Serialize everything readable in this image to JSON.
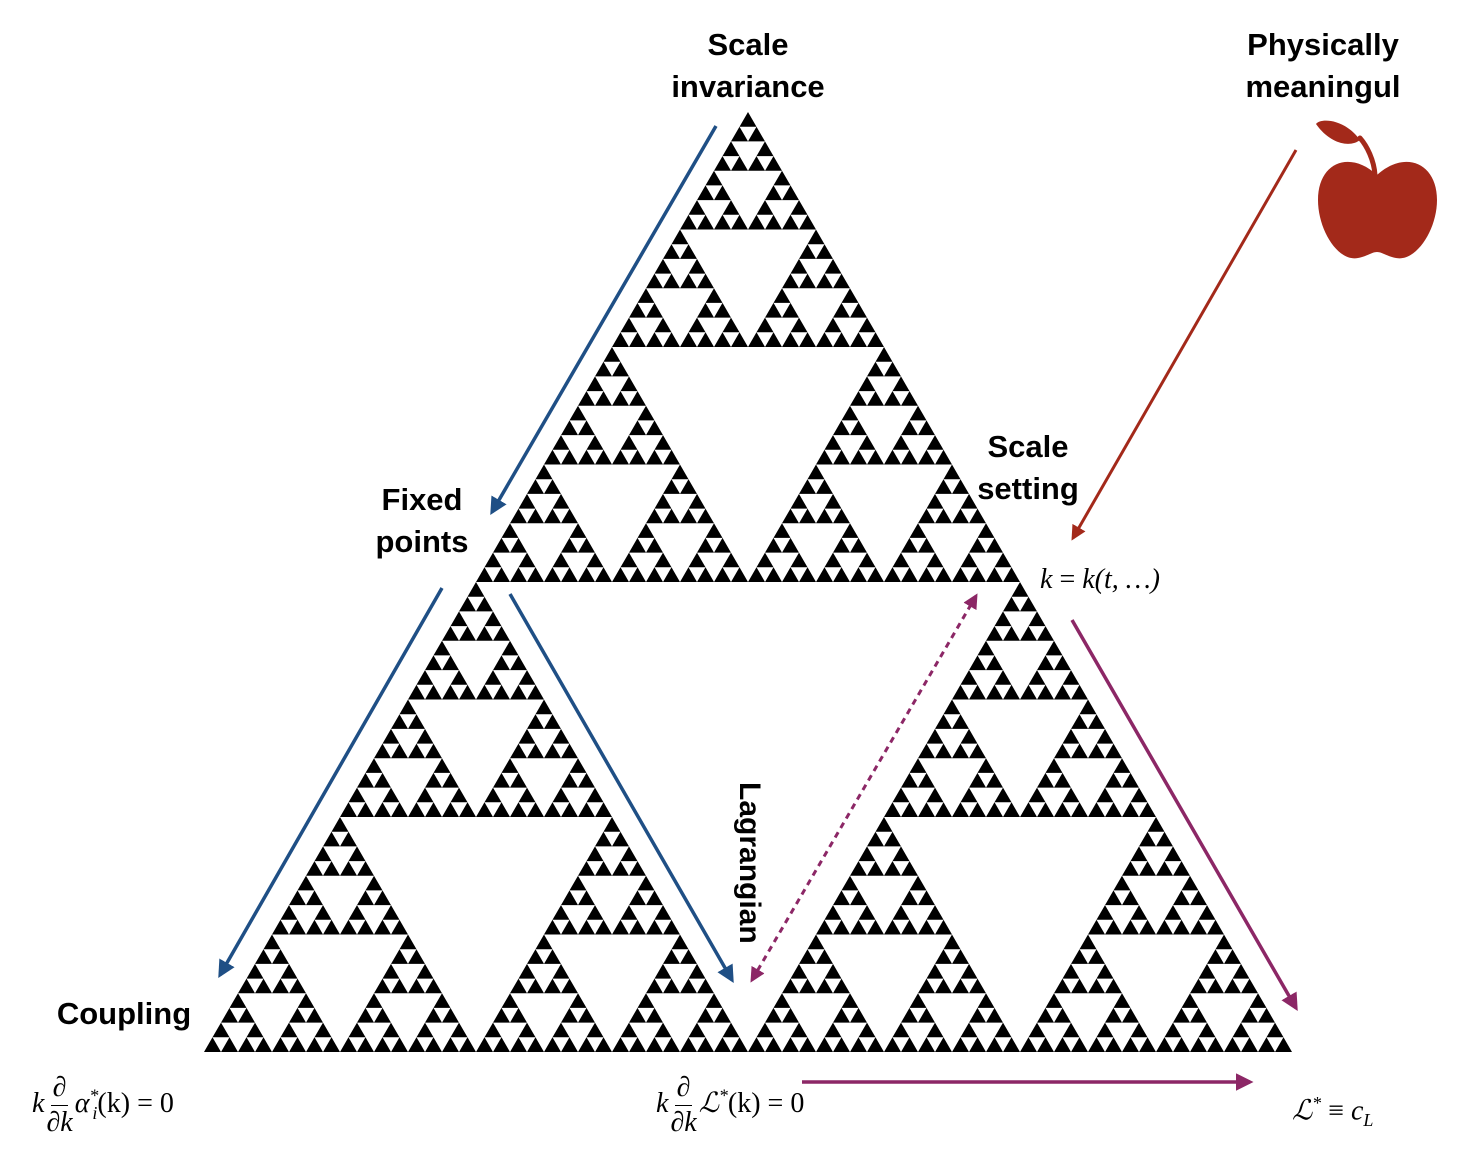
{
  "labels": {
    "scale_invariance": [
      "Scale",
      "invariance"
    ],
    "physically_meaningful": [
      "Physically",
      "meaningul"
    ],
    "fixed_points": [
      "Fixed",
      "points"
    ],
    "scale_setting": [
      "Scale",
      "setting"
    ],
    "coupling": "Coupling",
    "lagrangian": "Lagrangian"
  },
  "equations": {
    "scale_relation": {
      "lhs": "k",
      "eq": "=",
      "rhs": "k(t, …)"
    },
    "coupling_fixed_point": {
      "prefix": "k",
      "num": "∂",
      "den": "∂k",
      "body": "α",
      "sub": "i",
      "sup": "*",
      "arg": "(k)",
      "rest": "= 0"
    },
    "lagrangian_fixed_point": {
      "prefix": "k",
      "num": "∂",
      "den": "∂k",
      "body": "ℒ",
      "sup": "*",
      "arg": "(k)",
      "rest": "= 0"
    },
    "lagrangian_constant": {
      "body": "ℒ",
      "sup": "*",
      "equiv": "≡",
      "c": "c",
      "sub": "L"
    }
  },
  "colors": {
    "fractal": "#000000",
    "blue_arrow": "#1f4f85",
    "red_arrow": "#a3291a",
    "purple_arrow": "#8c2766",
    "apple": "#a3291a"
  },
  "icons": [
    "apple-icon"
  ]
}
